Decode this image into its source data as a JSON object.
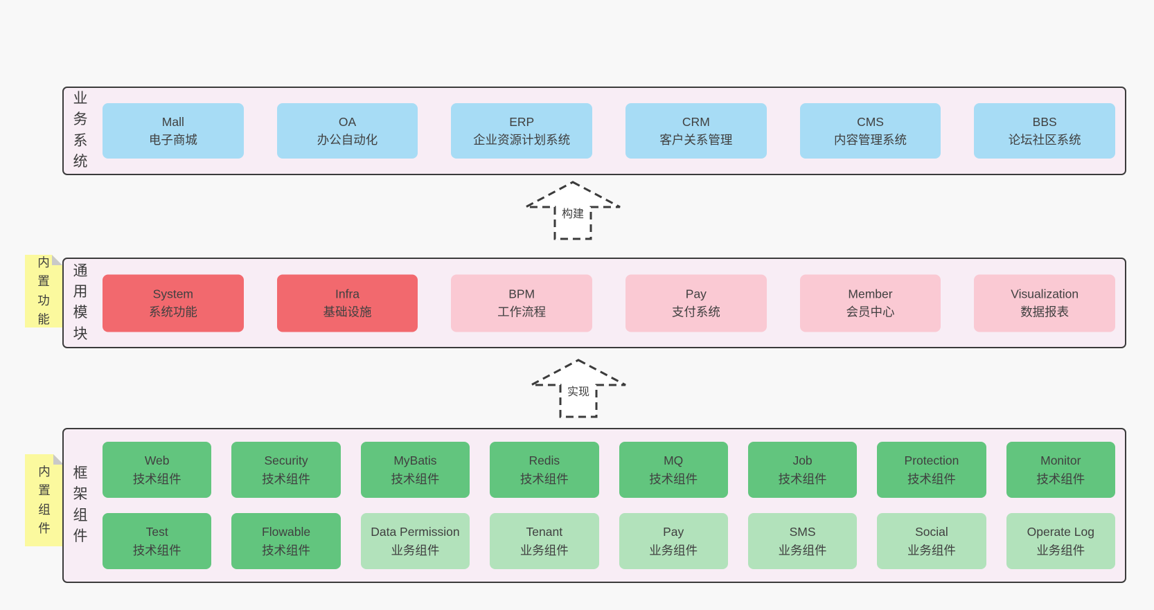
{
  "colors": {
    "page_background": "#f8f8f8",
    "panel_background": "#f8edf5",
    "panel_border": "#3b3b3b",
    "blue_box": "#a7dcf5",
    "red_box": "#f2696e",
    "pink_box": "#fac9d3",
    "green_box": "#62c57e",
    "light_green_box": "#b2e2bb",
    "tag_yellow": "#fbf99e",
    "tag_fold_gray": "#c9c9c9",
    "text": "#404040"
  },
  "business": {
    "label": "业务系统",
    "boxes": [
      {
        "name": "Mall",
        "desc": "电子商城"
      },
      {
        "name": "OA",
        "desc": "办公自动化"
      },
      {
        "name": "ERP",
        "desc": "企业资源计划系统"
      },
      {
        "name": "CRM",
        "desc": "客户关系管理"
      },
      {
        "name": "CMS",
        "desc": "内容管理系统"
      },
      {
        "name": "BBS",
        "desc": "论坛社区系统"
      }
    ]
  },
  "build_arrow": {
    "label": "构建"
  },
  "modules": {
    "tag": "内置功能",
    "label": "通用模块",
    "boxes": [
      {
        "name": "System",
        "desc": "系统功能"
      },
      {
        "name": "Infra",
        "desc": "基础设施"
      },
      {
        "name": "BPM",
        "desc": "工作流程"
      },
      {
        "name": "Pay",
        "desc": "支付系统"
      },
      {
        "name": "Member",
        "desc": "会员中心"
      },
      {
        "name": "Visualization",
        "desc": "数据报表"
      }
    ]
  },
  "implement_arrow": {
    "label": "实现"
  },
  "components": {
    "tag": "内置组件",
    "label": "框架组件",
    "row1": [
      {
        "name": "Web",
        "desc": "技术组件"
      },
      {
        "name": "Security",
        "desc": "技术组件"
      },
      {
        "name": "MyBatis",
        "desc": "技术组件"
      },
      {
        "name": "Redis",
        "desc": "技术组件"
      },
      {
        "name": "MQ",
        "desc": "技术组件"
      },
      {
        "name": "Job",
        "desc": "技术组件"
      },
      {
        "name": "Protection",
        "desc": "技术组件"
      },
      {
        "name": "Monitor",
        "desc": "技术组件"
      }
    ],
    "row2": [
      {
        "name": "Test",
        "desc": "技术组件"
      },
      {
        "name": "Flowable",
        "desc": "技术组件"
      },
      {
        "name": "Data Permission",
        "desc": "业务组件"
      },
      {
        "name": "Tenant",
        "desc": "业务组件"
      },
      {
        "name": "Pay",
        "desc": "业务组件"
      },
      {
        "name": "SMS",
        "desc": "业务组件"
      },
      {
        "name": "Social",
        "desc": "业务组件"
      },
      {
        "name": "Operate Log",
        "desc": "业务组件"
      }
    ]
  }
}
